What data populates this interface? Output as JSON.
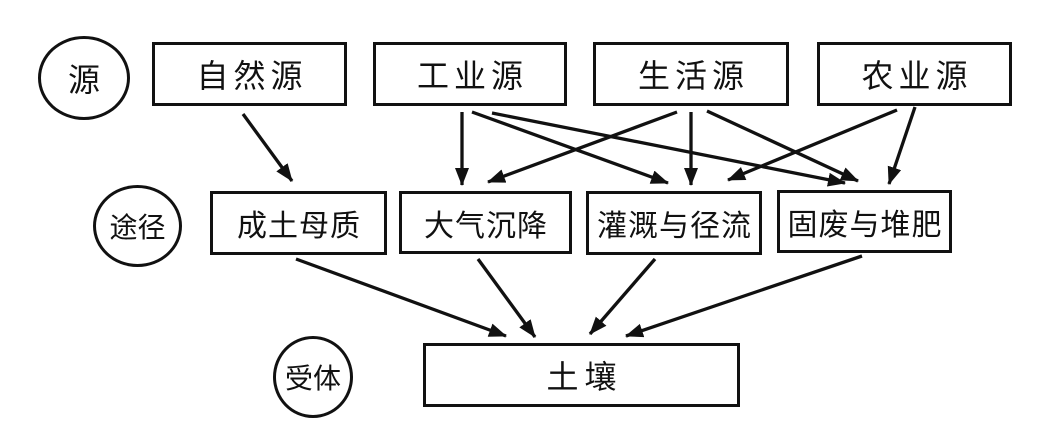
{
  "diagram": {
    "background_color": "#ffffff",
    "line_color": "#111111",
    "rows": {
      "source": {
        "stage_label": "源",
        "nodes": [
          {
            "label": "自然源"
          },
          {
            "label": "工业源"
          },
          {
            "label": "生活源"
          },
          {
            "label": "农业源"
          }
        ]
      },
      "pathway": {
        "stage_label": "途径",
        "nodes": [
          {
            "label": "成土母质"
          },
          {
            "label": "大气沉降"
          },
          {
            "label": "灌溉与径流"
          },
          {
            "label": "固废与堆肥"
          }
        ]
      },
      "receptor": {
        "stage_label": "受体",
        "nodes": [
          {
            "label": "土壤"
          }
        ]
      }
    },
    "edges": [
      {
        "from": "自然源",
        "to": "成土母质"
      },
      {
        "from": "工业源",
        "to": "大气沉降"
      },
      {
        "from": "工业源",
        "to": "灌溉与径流"
      },
      {
        "from": "工业源",
        "to": "固废与堆肥"
      },
      {
        "from": "生活源",
        "to": "大气沉降"
      },
      {
        "from": "生活源",
        "to": "灌溉与径流"
      },
      {
        "from": "生活源",
        "to": "固废与堆肥"
      },
      {
        "from": "农业源",
        "to": "灌溉与径流"
      },
      {
        "from": "农业源",
        "to": "固废与堆肥"
      },
      {
        "from": "成土母质",
        "to": "土壤"
      },
      {
        "from": "大气沉降",
        "to": "土壤"
      },
      {
        "from": "灌溉与径流",
        "to": "土壤"
      },
      {
        "from": "固废与堆肥",
        "to": "土壤"
      }
    ]
  }
}
